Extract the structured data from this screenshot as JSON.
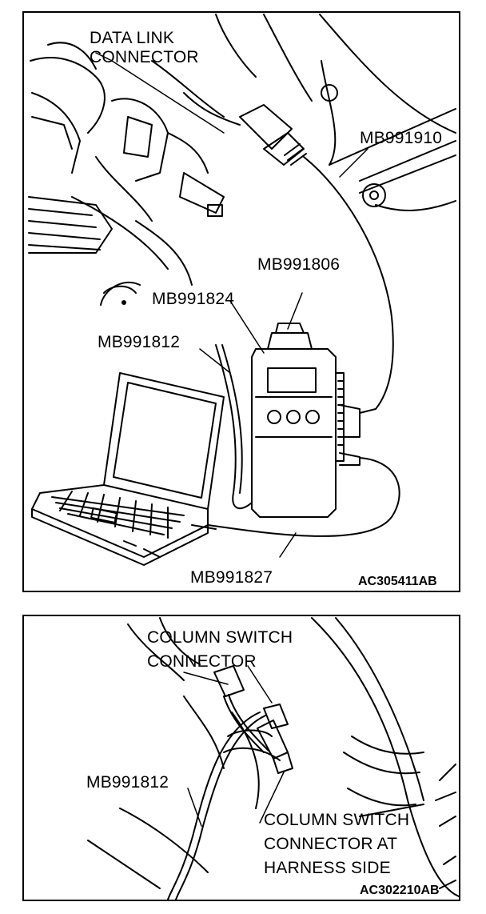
{
  "top_panel": {
    "labels": {
      "data_link_connector": "DATA LINK\nCONNECTOR",
      "mb991910": "MB991910",
      "mb991806": "MB991806",
      "mb991824": "MB991824",
      "mb991812": "MB991812",
      "mb991827": "MB991827"
    },
    "figure_code": "AC305411AB"
  },
  "bottom_panel": {
    "labels": {
      "column_switch_connector": "COLUMN SWITCH\nCONNECTOR",
      "mb991812": "MB991812",
      "column_switch_connector_harness": "COLUMN SWITCH\nCONNECTOR AT\nHARNESS SIDE"
    },
    "figure_code": "AC302210AB"
  }
}
